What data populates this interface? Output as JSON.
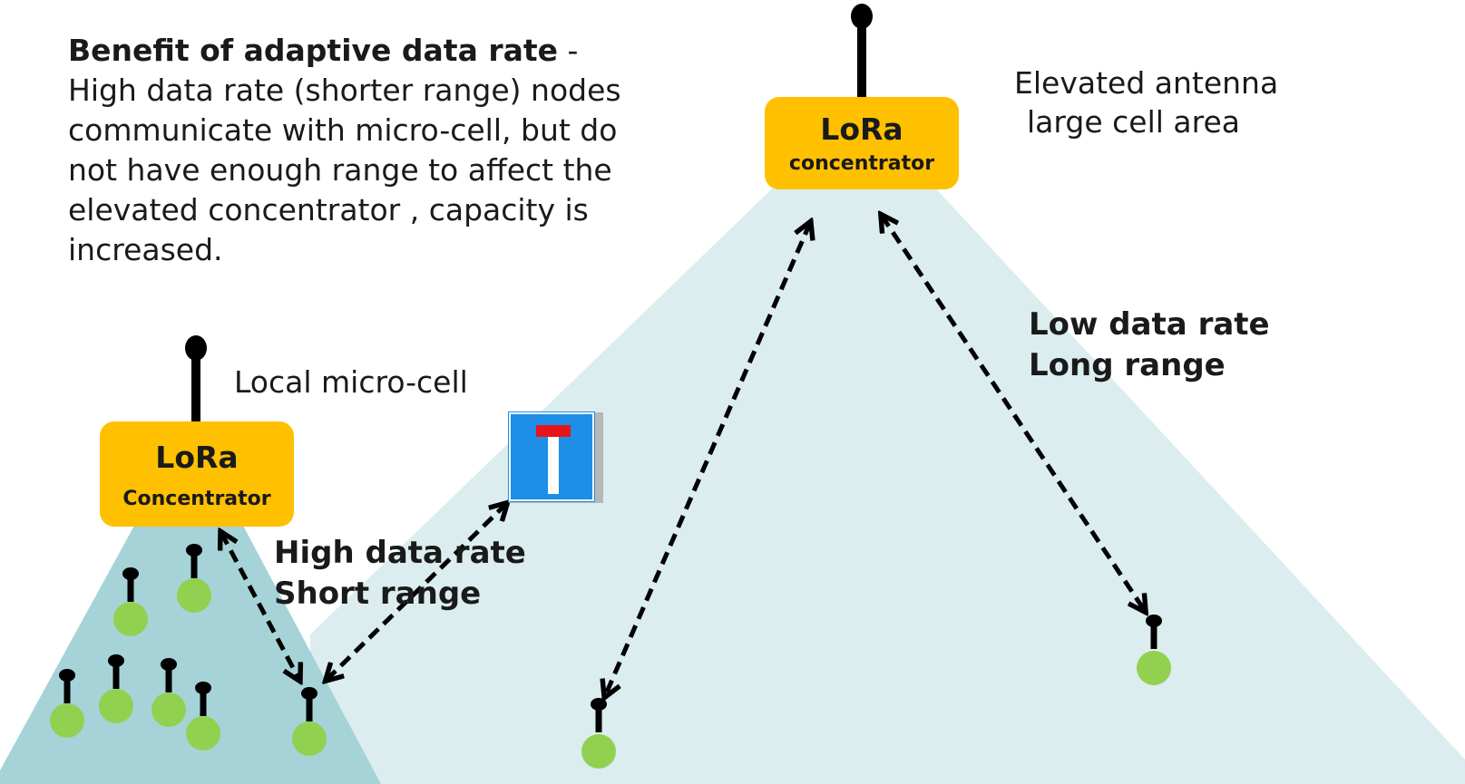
{
  "benefit": {
    "heading": "Benefit of adaptive data rate",
    "separator": " -",
    "lines": [
      "High data rate (shorter range) nodes",
      "communicate with micro-cell, but do",
      "not have enough range to affect the",
      "elevated concentrator , capacity is",
      "increased."
    ]
  },
  "elevated_label": {
    "line1": "Elevated antenna",
    "line2": "large cell area"
  },
  "micro_cell_label": "Local micro-cell",
  "concentrator_elevated": {
    "title": "LoRa",
    "subtitle": "concentrator"
  },
  "concentrator_local": {
    "title": "LoRa",
    "subtitle": "Concentrator"
  },
  "low_rate": {
    "line1": "Low data rate",
    "line2": "Long range"
  },
  "high_rate": {
    "line1": "High data rate",
    "line2": "Short range"
  },
  "colors": {
    "concentrator": "#ffc000",
    "large_cell": "#dbedee",
    "micro_cell": "#a5d3d8",
    "node": "#92d050",
    "antenna": "#000000",
    "sign_blue": "#1e8ee6",
    "sign_red": "#e8141c"
  },
  "icons": {
    "sign": "dead-end-road-sign-icon",
    "node": "end-node-antenna-icon",
    "antenna": "antenna-mast-icon"
  }
}
